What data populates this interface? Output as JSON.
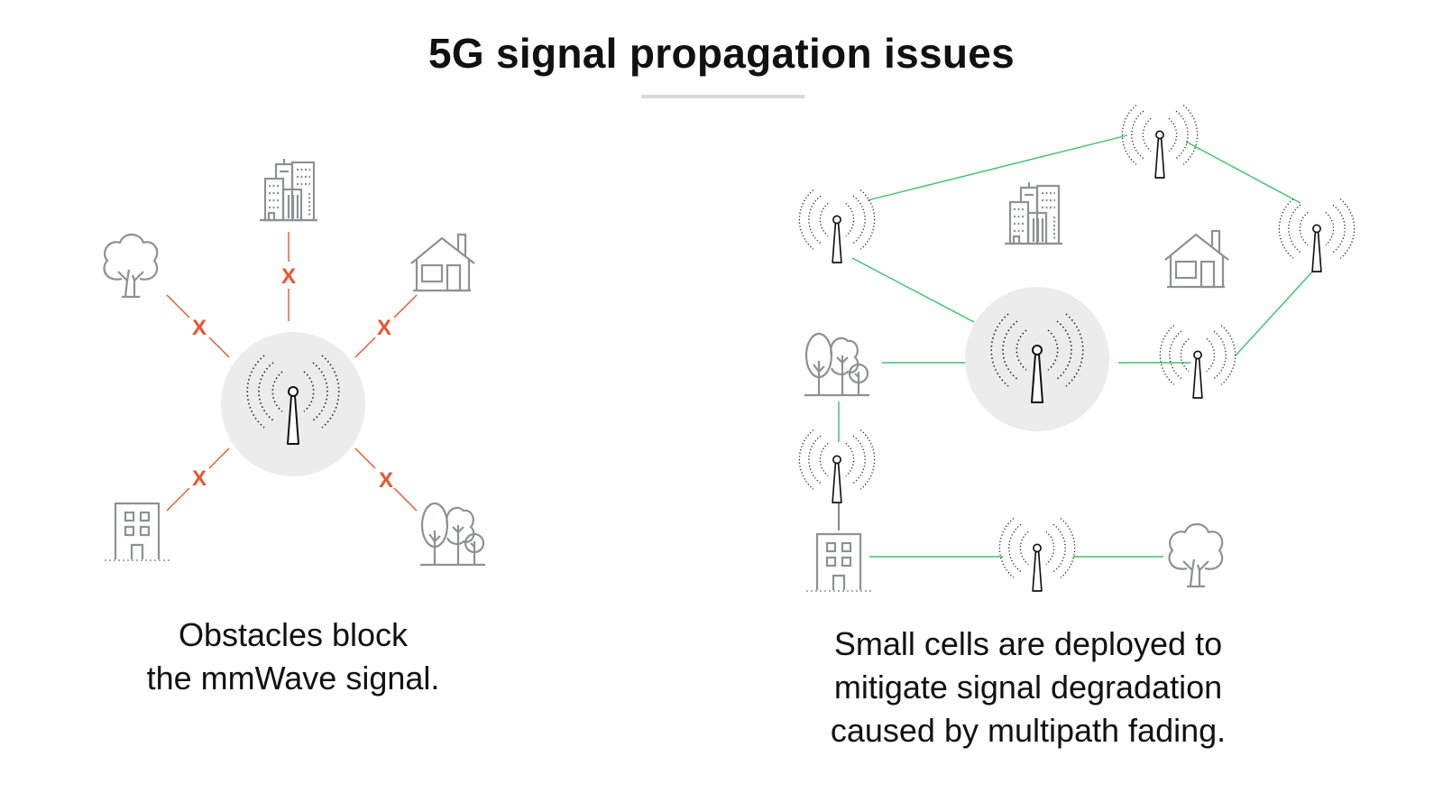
{
  "title": "5G signal propagation issues",
  "colors": {
    "blocked_line": "#e8552e",
    "connection_line": "#3cc26a",
    "icon_gray": "#8e9095",
    "tower_circle": "#ececec",
    "title_rule": "#d9d9d9"
  },
  "left_panel": {
    "caption_lines": [
      "Obstacles block",
      "the mmWave signal."
    ],
    "block_marker": "X",
    "center": "macro-tower",
    "obstacles": [
      "office-buildings",
      "house",
      "tree-group",
      "apartment-building",
      "tree"
    ]
  },
  "right_panel": {
    "caption_lines": [
      "Small cells are deployed to",
      "mitigate signal degradation",
      "caused by multipath fading."
    ],
    "center": "macro-tower",
    "small_cells": 6,
    "obstacles": [
      "office-buildings",
      "house",
      "tree-group",
      "apartment-building",
      "tree"
    ]
  }
}
